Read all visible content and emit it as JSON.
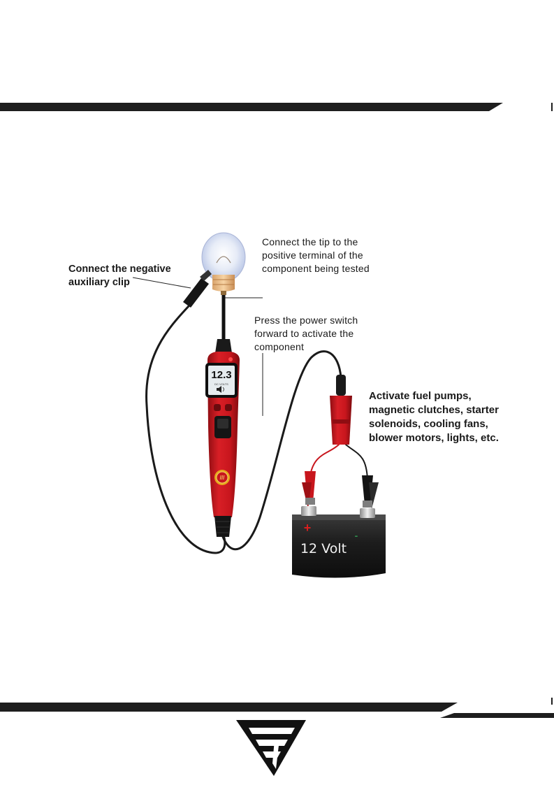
{
  "annotations": {
    "negative_clip": [
      "Connect the negative",
      "auxiliary clip"
    ],
    "tip": [
      "Connect the tip to the",
      "positive terminal of the",
      "component being tested"
    ],
    "power_switch": [
      "Press the power switch",
      "forward to activate the",
      "component"
    ],
    "activate": [
      "Activate fuel pumps,",
      "magnetic clutches, starter",
      "solenoids, cooling fans,",
      "blower motors, lights, etc."
    ]
  },
  "tester_display": {
    "reading": "12.3",
    "unit_text": "DC VOLTS"
  },
  "battery": {
    "label": "12 Volt",
    "positive_symbol": "+",
    "negative_symbol": "-"
  },
  "colors": {
    "band": "#1e1e1e",
    "tester_red": "#c8161d",
    "battery_body": "#1c1c1c",
    "positive_red": "#d81e1e",
    "negative_green": "#2f8f4e"
  },
  "icons": [
    "light-bulb-icon",
    "brand-logo-icon",
    "speaker-icon"
  ]
}
